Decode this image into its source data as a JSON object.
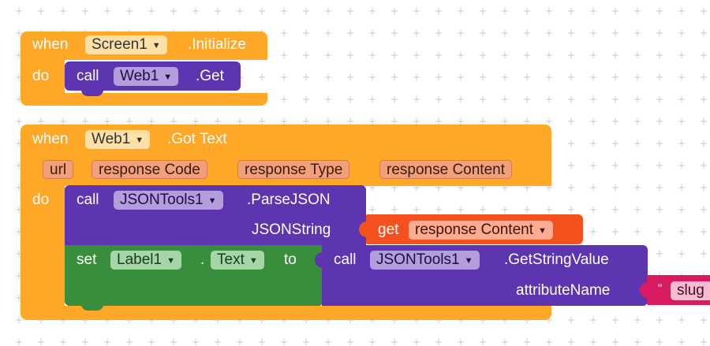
{
  "colors": {
    "event_orange": "#ffa726",
    "procedure_purple": "#5e35b1",
    "setter_green": "#388e3c",
    "getter_red": "#f4511e",
    "text_pink": "#d81b60"
  },
  "dropdown_icon": "triangle-down-icon",
  "block1": {
    "when": "when",
    "component": "Screen1",
    "event": ".Initialize",
    "do": "do",
    "call": {
      "keyword": "call",
      "component": "Web1",
      "method": ".Get"
    }
  },
  "block2": {
    "when": "when",
    "component": "Web1",
    "event": ".Got Text",
    "params": [
      "url",
      "response Code",
      "response Type",
      "response Content"
    ],
    "do": "do",
    "parse_call": {
      "keyword": "call",
      "component": "JSONTools1",
      "method": ".ParseJSON",
      "arg_label": "JSONString",
      "get": {
        "keyword": "get",
        "variable": "response Content"
      }
    },
    "set": {
      "keyword": "set",
      "component": "Label1",
      "dot": ".",
      "property": "Text",
      "to": "to",
      "call": {
        "keyword": "call",
        "component": "JSONTools1",
        "method": ".GetStringValue",
        "arg_label": "attributeName",
        "text_quote": "“",
        "text_value": "slug"
      }
    }
  }
}
